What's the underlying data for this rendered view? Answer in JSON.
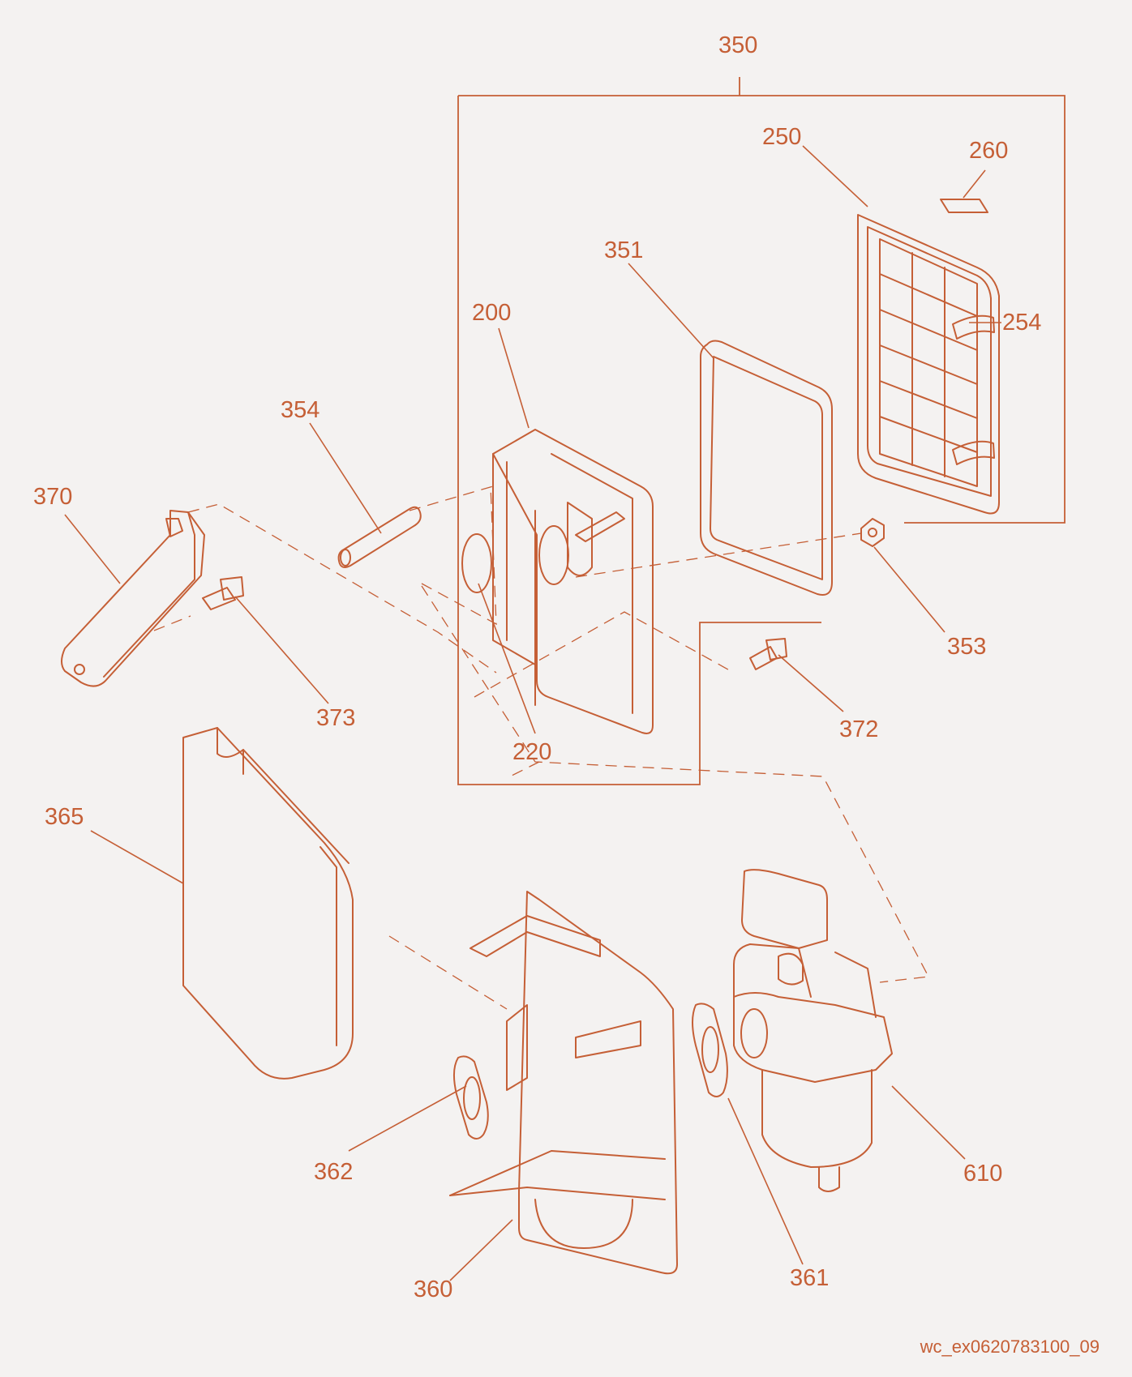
{
  "colors": {
    "line": "#c55f36",
    "background": "#f4f2f1"
  },
  "labels": {
    "l350": "350",
    "l250": "250",
    "l260": "260",
    "l351": "351",
    "l254": "254",
    "l200": "200",
    "l354": "354",
    "l370": "370",
    "l373": "373",
    "l353": "353",
    "l372": "372",
    "l220": "220",
    "l365": "365",
    "l362": "362",
    "l610": "610",
    "l360": "360",
    "l361": "361"
  },
  "footer_code": "wc_ex0620783100_09"
}
